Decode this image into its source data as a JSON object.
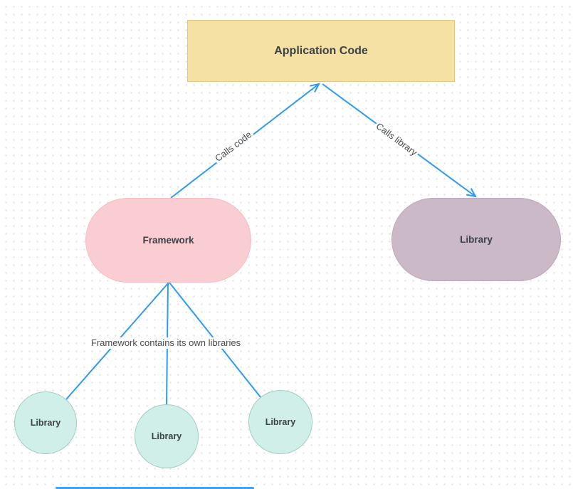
{
  "canvas": {
    "background": "#FFFFFF",
    "grid_dot_color": "#E1E1E1"
  },
  "nodes": {
    "application_code": {
      "label": "Application Code",
      "shape": "rectangle",
      "fill": "#F5E1A4",
      "border": "#E3C77E"
    },
    "framework": {
      "label": "Framework",
      "shape": "stadium",
      "fill": "#FACDD3",
      "border": "#F3BDC6"
    },
    "library": {
      "label": "Library",
      "shape": "stadium",
      "fill": "#CCB9C7",
      "border": "#BCA7B8"
    },
    "library_circles": [
      {
        "label": "Library"
      },
      {
        "label": "Library"
      },
      {
        "label": "Library"
      }
    ],
    "circle_fill": "#CFEFE8",
    "circle_border": "#A4CDC5",
    "text_color": "#3B4247"
  },
  "edges": {
    "color": "#2E9BF0",
    "label_color": "#4B4B4B",
    "calls_code": {
      "label": "Calls code",
      "from": "Framework",
      "to": "Application Code",
      "arrowhead": "open"
    },
    "calls_library": {
      "label": "Calls library",
      "from": "Application Code",
      "to": "Library",
      "arrowhead": "open"
    },
    "contains": {
      "label": "Framework contains its own libraries",
      "from": "Framework",
      "to": "Library circles",
      "arrowhead": "none"
    }
  },
  "scrollbar": {
    "color": "#3FA2F0"
  }
}
